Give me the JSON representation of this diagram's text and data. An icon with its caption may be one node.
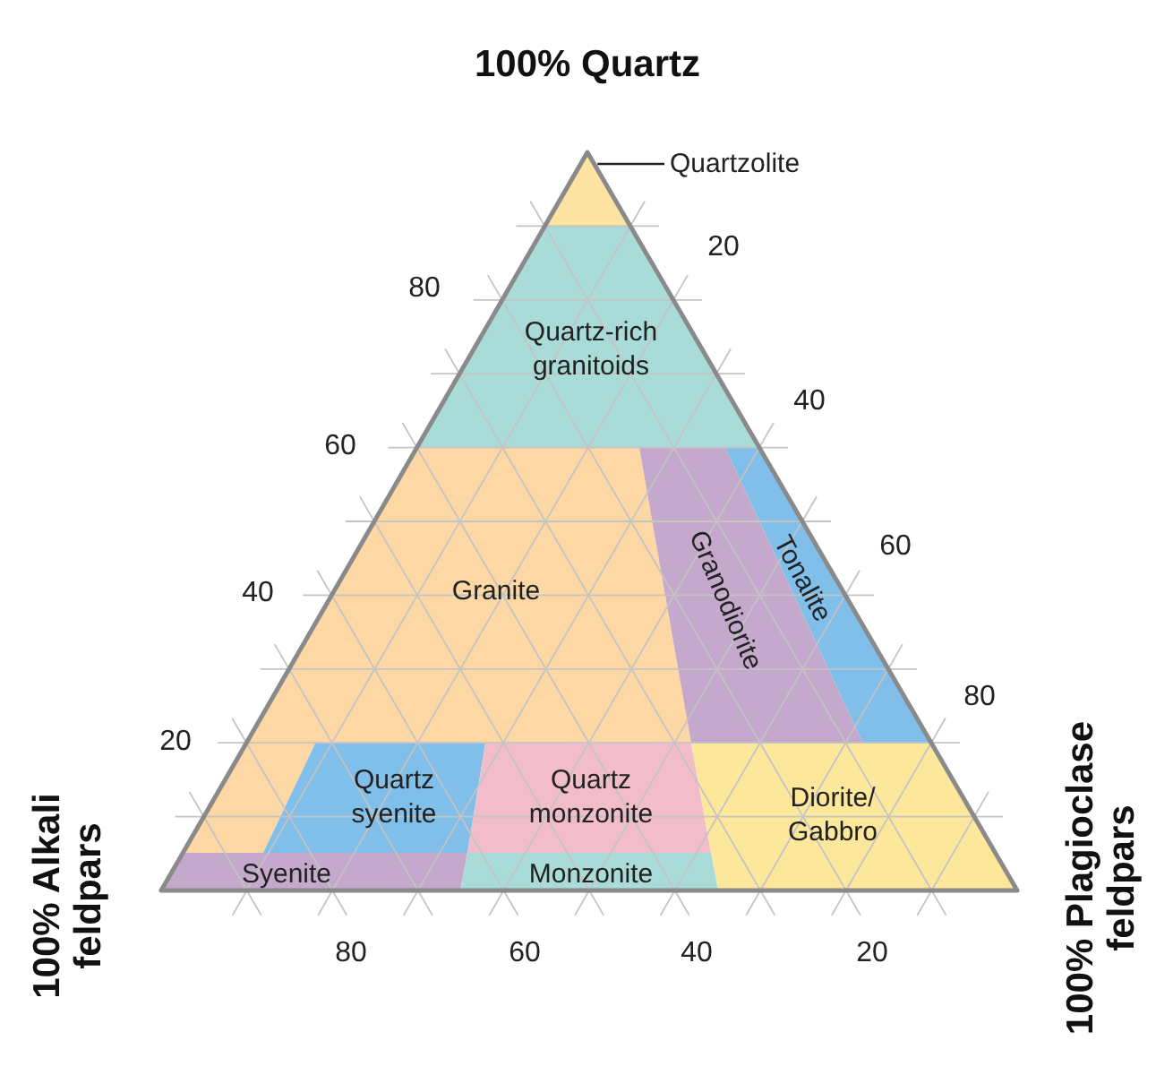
{
  "diagram": {
    "nodes": [
      {
        "text": [
          "Quartzolite"
        ]
      },
      {
        "text": [],
        "shape": "triangle"
      },
      {
        "text": [
          "Quartz-rich granitoids"
        ]
      },
      {
        "text": [
          "Granite"
        ]
      },
      {
        "text": [
          "Granodiorite"
        ]
      },
      {
        "text": [
          "Tonalite"
        ]
      },
      {
        "text": [
          "Quartz syenite"
        ]
      },
      {
        "text": [
          "Quartz monzonite"
        ]
      },
      {
        "text": [
          "Diorite/ Gabbro"
        ]
      },
      {
        "text": [
          "Syenite"
        ]
      },
      {
        "text": [
          "Monzonite"
        ]
      }
    ],
    "edges": [
      {
        "from": 0,
        "to": 1,
        "arrow": "none"
      }
    ],
    "labels": [
      "100% Quartz",
      "20",
      "80",
      "40",
      "60",
      "60",
      "40",
      "80",
      "20",
      "100% Alkali feldpars",
      "80",
      "60",
      "40",
      "20",
      "100% Plagioclase feldpars"
    ]
  }
}
